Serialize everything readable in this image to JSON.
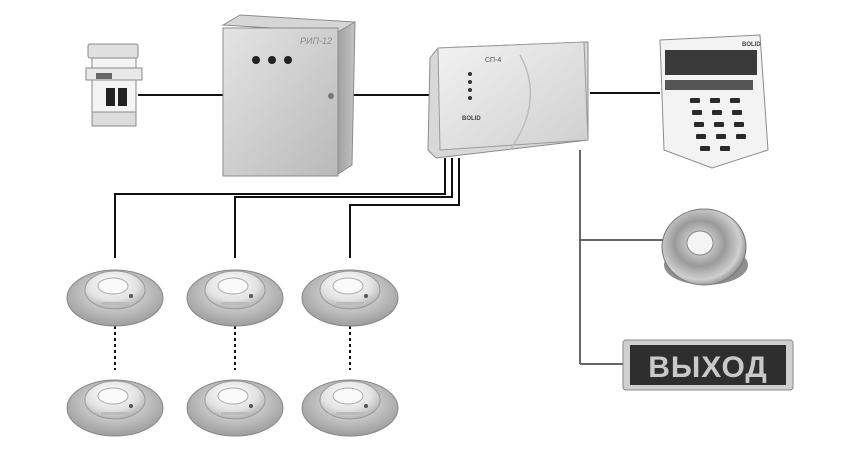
{
  "power_supply": {
    "model_label": "РИП-12"
  },
  "control_panel": {
    "model_label": "СП-4",
    "brand_label": "BOLID"
  },
  "keypad": {
    "brand_label": "BOLID"
  },
  "exit_sign": {
    "text": "ВЫХОД"
  },
  "smoke_detectors": {
    "columns": 3,
    "rows": 2
  },
  "colors": {
    "wire": "#111111",
    "device_body": "#d4d4d4",
    "exit_sign_bg": "#2e2e2e"
  }
}
